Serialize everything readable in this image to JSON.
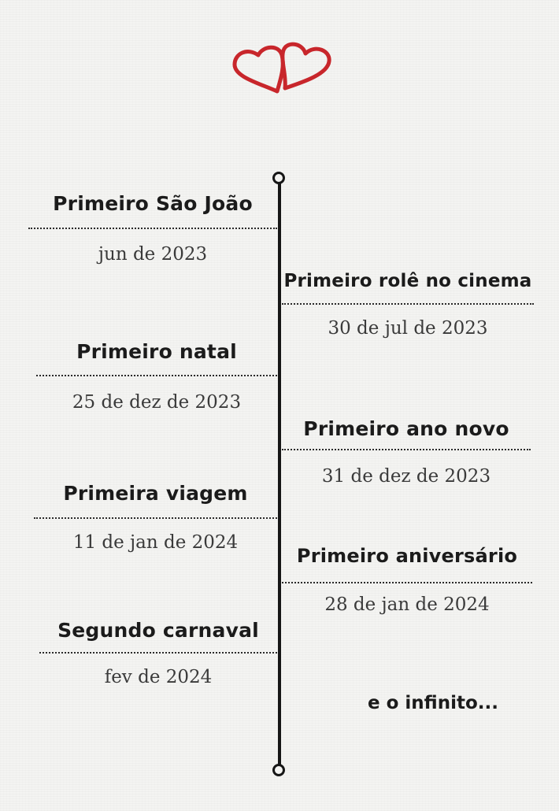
{
  "icon": "two-hearts-icon",
  "colors": {
    "heart": "#c8262b",
    "line": "#161616",
    "background": "#f4f4f2"
  },
  "events_left": [
    {
      "title": "Primeiro São João",
      "date": "jun de 2023"
    },
    {
      "title": "Primeiro natal",
      "date": "25 de dez de 2023"
    },
    {
      "title": "Primeira viagem",
      "date": "11 de jan de 2024"
    },
    {
      "title": "Segundo carnaval",
      "date": "fev de 2024"
    }
  ],
  "events_right": [
    {
      "title": "Primeiro rolê no cinema",
      "date": "30 de jul de 2023"
    },
    {
      "title": "Primeiro ano novo",
      "date": "31 de dez de 2023"
    },
    {
      "title": "Primeiro aniversário",
      "date": "28 de jan de 2024"
    }
  ],
  "ending": "e o infinito..."
}
